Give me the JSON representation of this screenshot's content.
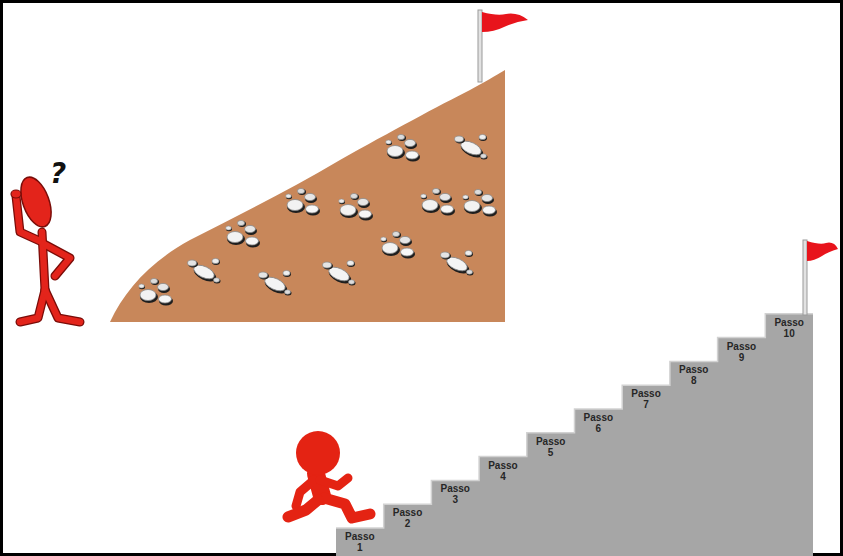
{
  "diagram": {
    "nodes": [
      {
        "text": [
          "Passo 1"
        ]
      },
      {
        "text": [
          "Passo 2"
        ]
      },
      {
        "text": [
          "Passo 3"
        ]
      },
      {
        "text": [
          "Passo 4"
        ]
      },
      {
        "text": [
          "Passo 5"
        ]
      },
      {
        "text": [
          "Passo 6"
        ]
      },
      {
        "text": [
          "Passo 7"
        ]
      },
      {
        "text": [
          "Passo 8"
        ]
      },
      {
        "text": [
          "Passo 9"
        ]
      },
      {
        "text": [
          "Passo 10"
        ]
      }
    ],
    "labels": [
      "?"
    ]
  }
}
